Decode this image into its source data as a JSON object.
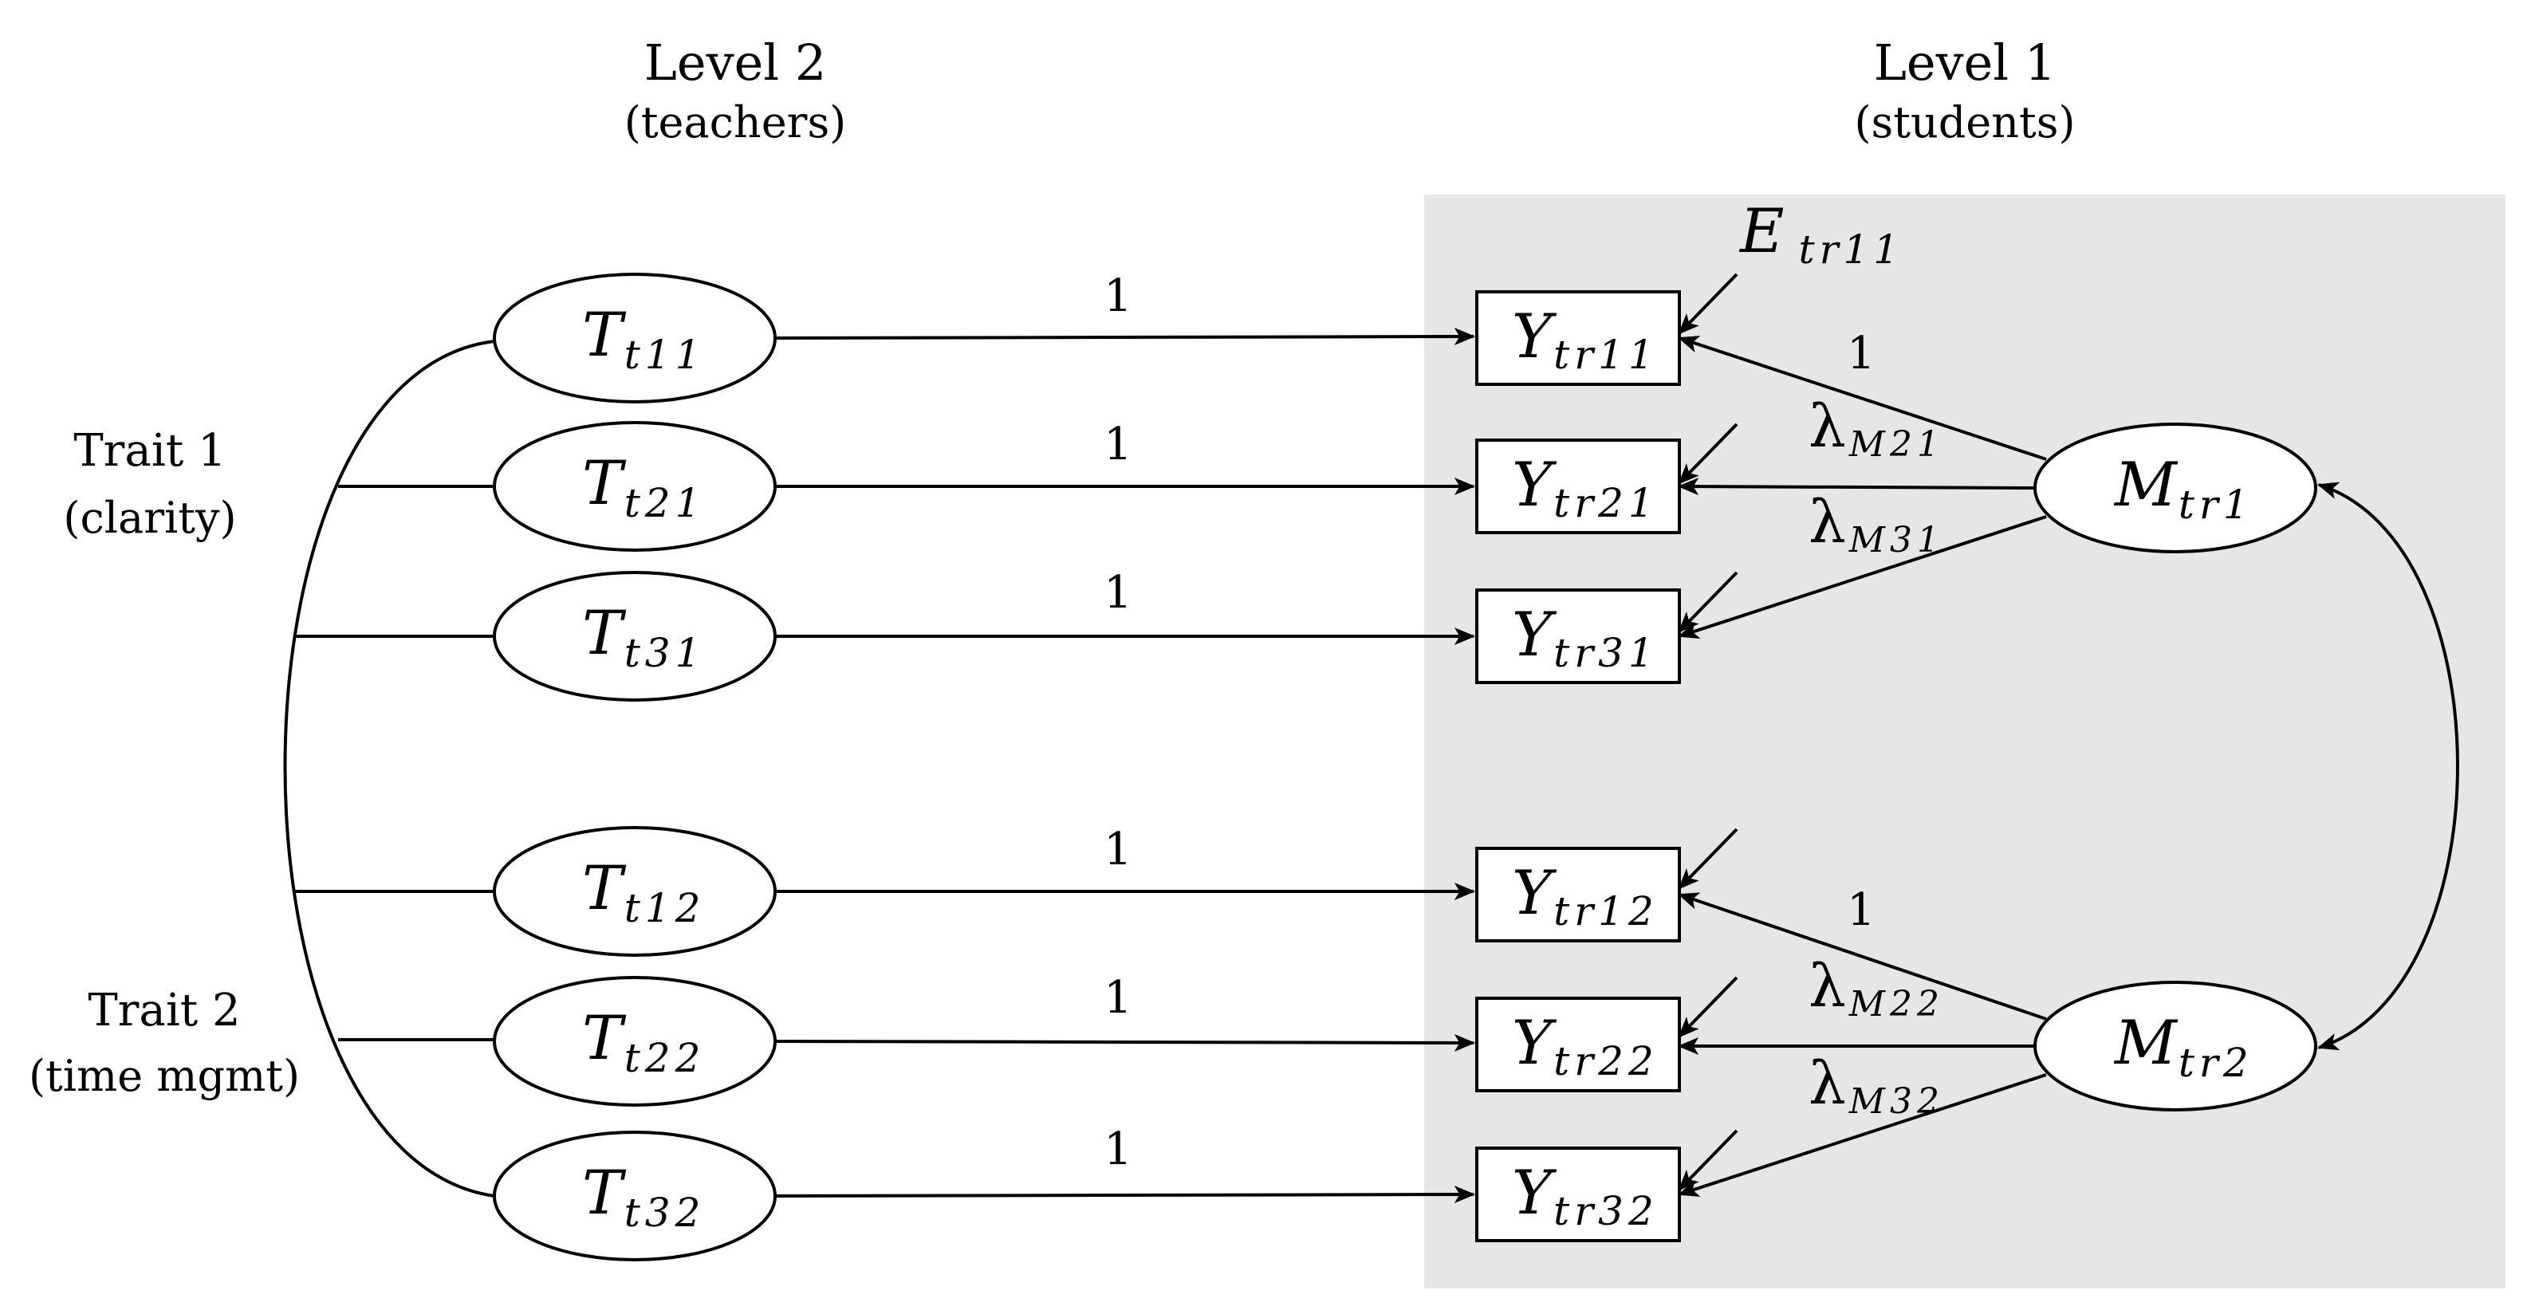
{
  "colors": {
    "panel": "#e6e6e6",
    "stroke": "#000000",
    "background": "#ffffff"
  },
  "headers": {
    "level2": {
      "title": "Level 2",
      "subtitle": "(teachers)"
    },
    "level1": {
      "title": "Level 1",
      "subtitle": "(students)"
    }
  },
  "traits": [
    {
      "title": "Trait 1",
      "subtitle": "(clarity)"
    },
    {
      "title": "Trait 2",
      "subtitle": "(time mgmt)"
    }
  ],
  "trait_factors": [
    {
      "symbol": "T",
      "sub": "t11"
    },
    {
      "symbol": "T",
      "sub": "t21"
    },
    {
      "symbol": "T",
      "sub": "t31"
    },
    {
      "symbol": "T",
      "sub": "t12"
    },
    {
      "symbol": "T",
      "sub": "t22"
    },
    {
      "symbol": "T",
      "sub": "t32"
    }
  ],
  "observed": [
    {
      "symbol": "Y",
      "sub": "tr11"
    },
    {
      "symbol": "Y",
      "sub": "tr21"
    },
    {
      "symbol": "Y",
      "sub": "tr31"
    },
    {
      "symbol": "Y",
      "sub": "tr12"
    },
    {
      "symbol": "Y",
      "sub": "tr22"
    },
    {
      "symbol": "Y",
      "sub": "tr32"
    }
  ],
  "method_factors": [
    {
      "symbol": "M",
      "sub": "tr1"
    },
    {
      "symbol": "M",
      "sub": "tr2"
    }
  ],
  "trait_loadings": [
    "1",
    "1",
    "1",
    "1",
    "1",
    "1"
  ],
  "method_loadings": [
    {
      "fixed": "1"
    },
    {
      "symbol": "λ",
      "sub": "M21"
    },
    {
      "symbol": "λ",
      "sub": "M31"
    },
    {
      "fixed": "1"
    },
    {
      "symbol": "λ",
      "sub": "M22"
    },
    {
      "symbol": "λ",
      "sub": "M32"
    }
  ],
  "error": {
    "symbol": "E",
    "sub": "tr11"
  }
}
